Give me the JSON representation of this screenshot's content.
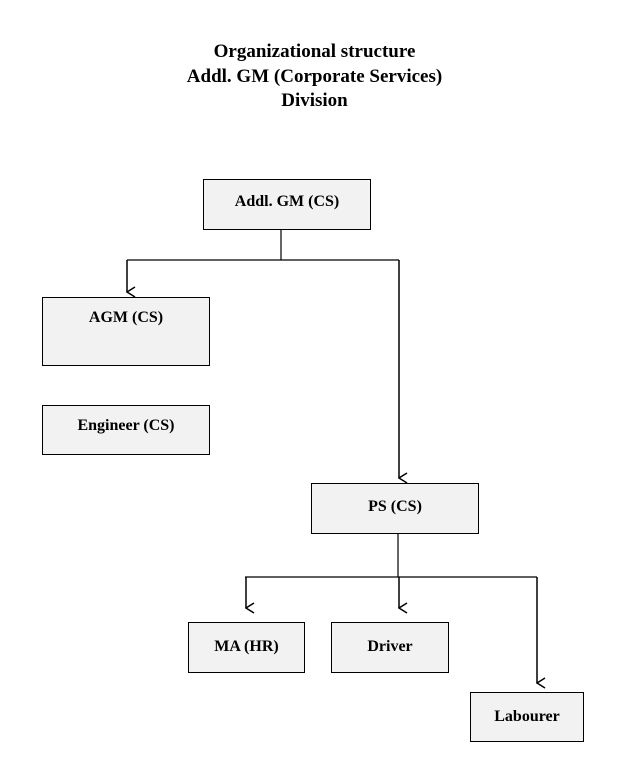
{
  "title": {
    "line1": "Organizational structure",
    "line2": "Addl. GM (Corporate Services)",
    "line3": "Division"
  },
  "nodes": {
    "addl_gm": "Addl. GM (CS)",
    "agm": "AGM (CS)",
    "engineer": "Engineer (CS)",
    "ps": "PS (CS)",
    "ma": "MA (HR)",
    "driver": "Driver",
    "labourer": "Labourer"
  },
  "hierarchy": [
    {
      "parent": "Addl. GM (CS)",
      "children": [
        "AGM (CS)",
        "PS (CS)"
      ]
    },
    {
      "parent": "PS (CS)",
      "children": [
        "MA (HR)",
        "Driver",
        "Labourer"
      ]
    }
  ],
  "colors": {
    "box_fill": "#f2f2f2",
    "line": "#000000"
  }
}
